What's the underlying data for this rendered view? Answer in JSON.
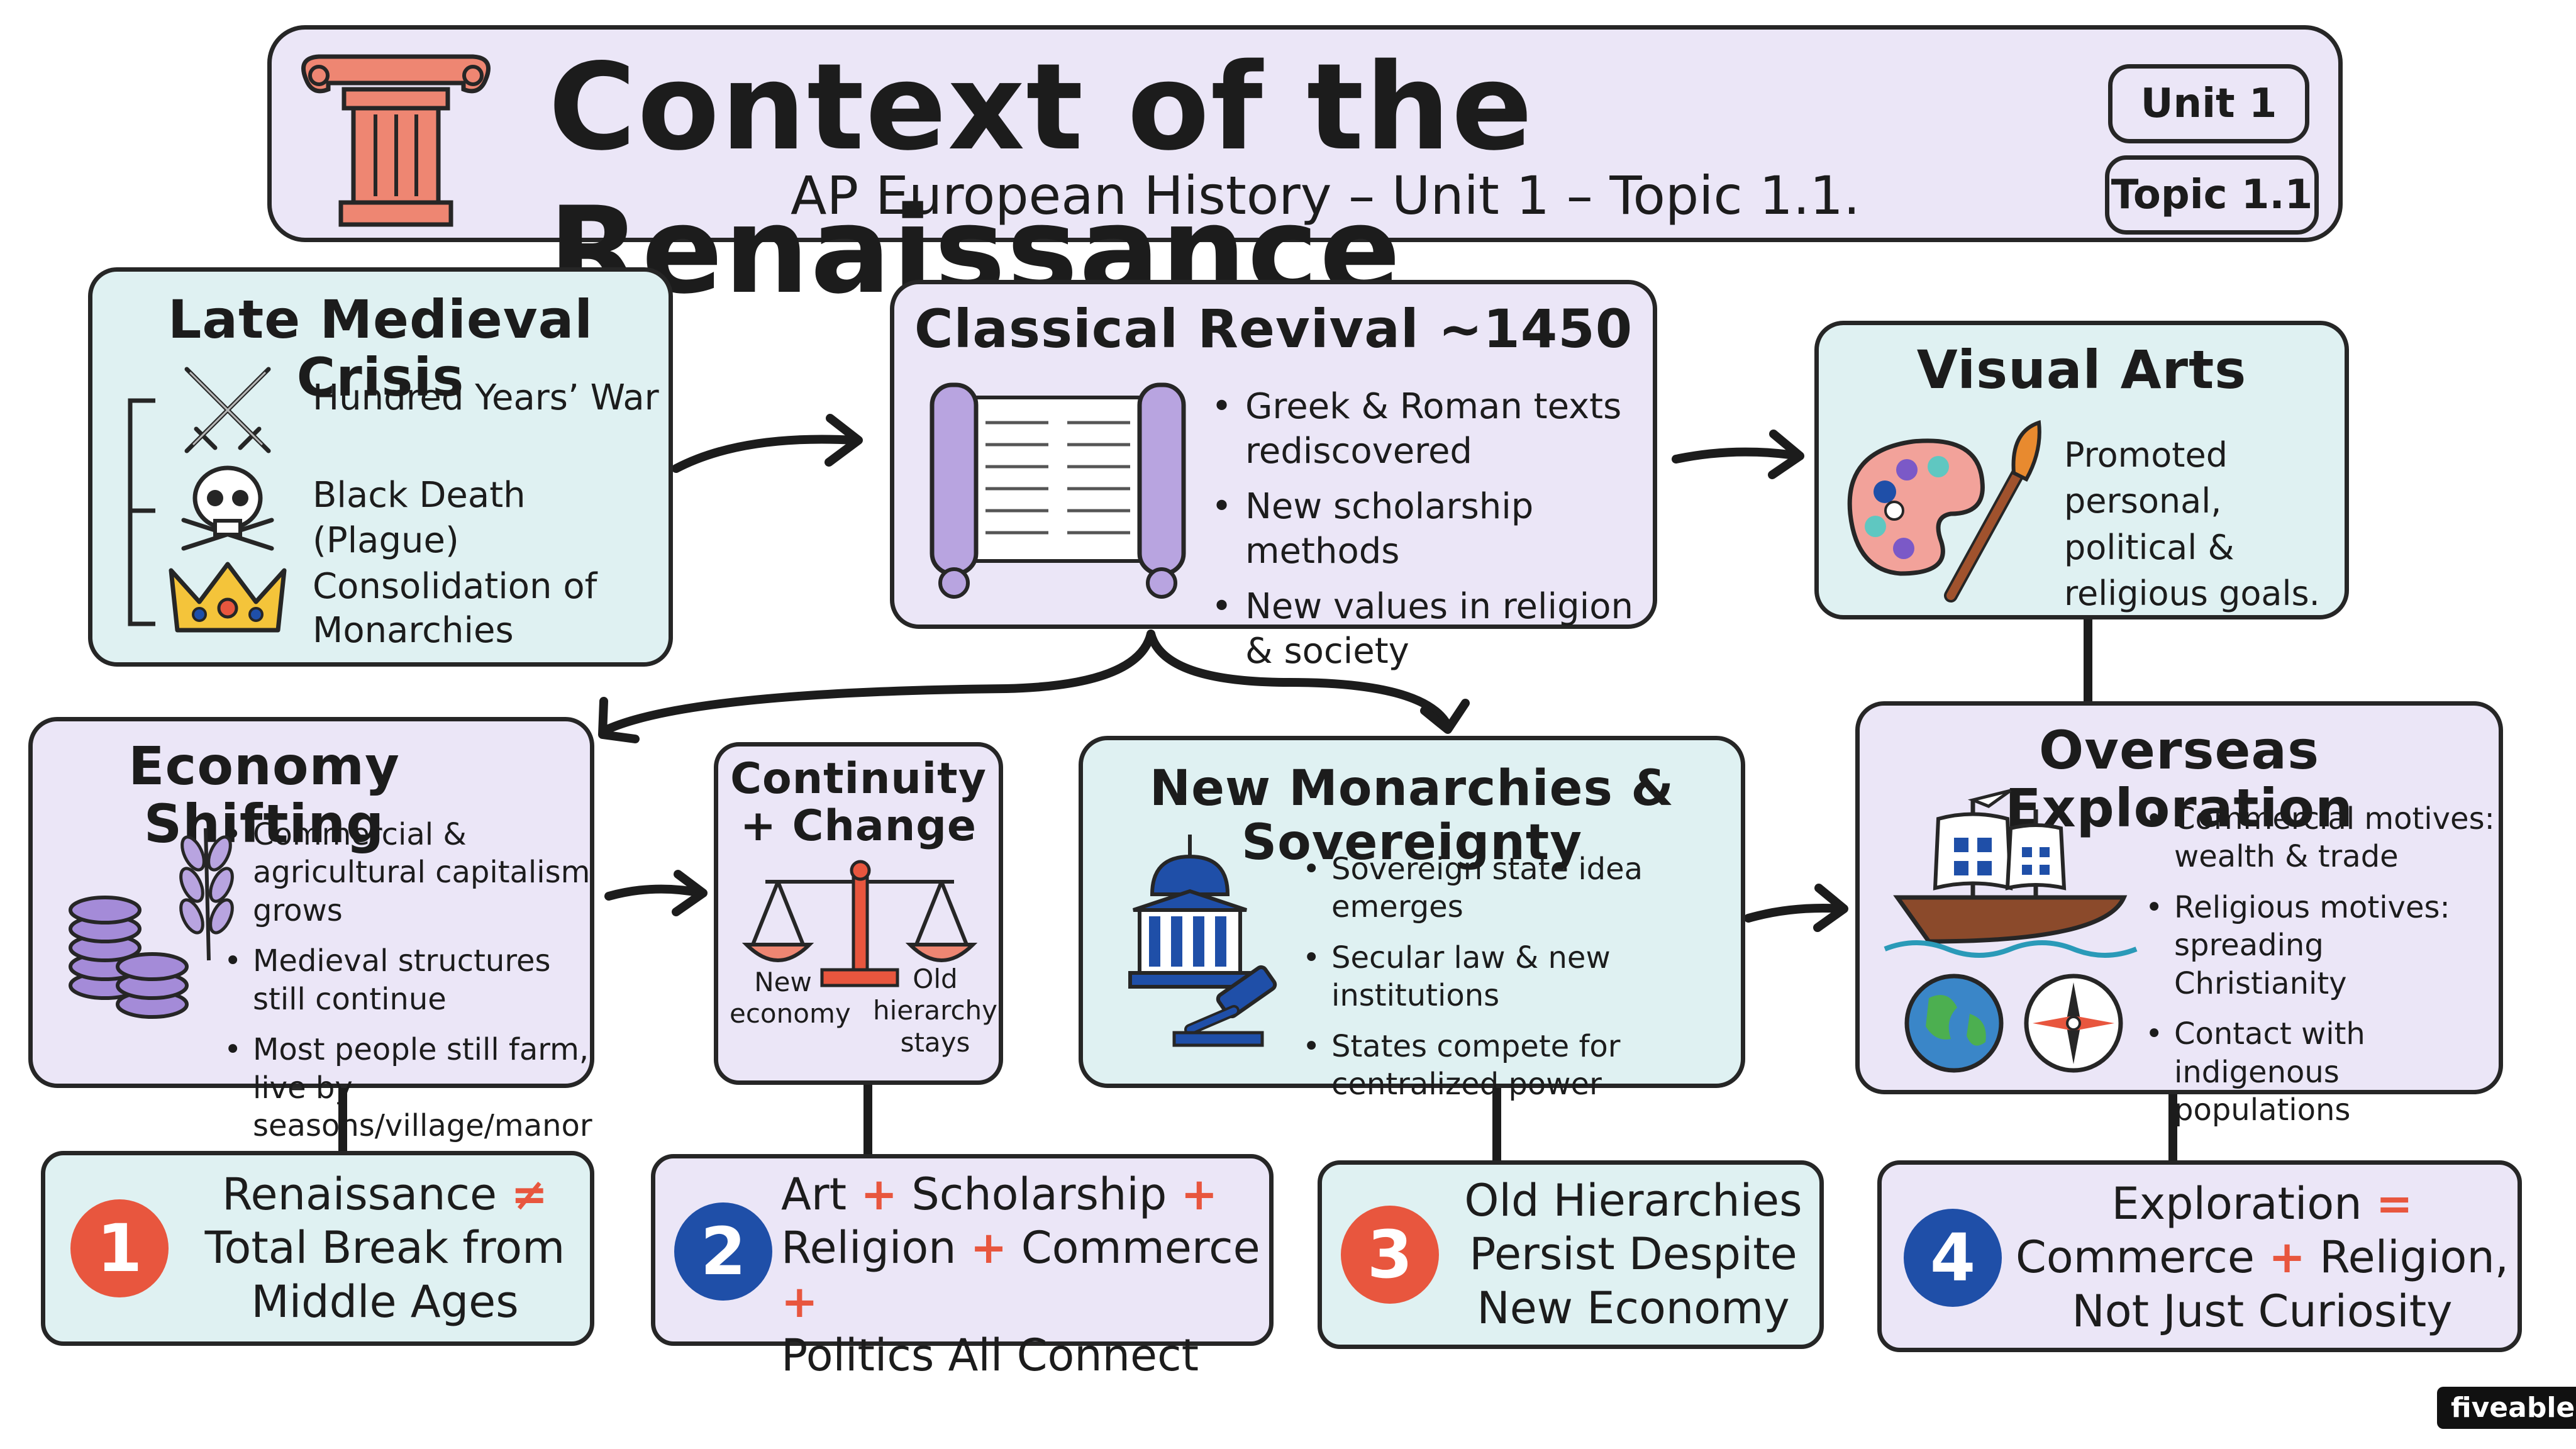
{
  "header": {
    "title": "Context of the Renaissance",
    "subtitle": "AP European History – Unit 1 – Topic 1.1.",
    "unit_badge": "Unit 1",
    "topic_badge": "Topic 1.1"
  },
  "late_medieval": {
    "title": "Late Medieval Crisis",
    "items": [
      "Hundred Years’ War",
      "Black Death (Plague)",
      "Consolidation of",
      "Monarchies"
    ]
  },
  "classical": {
    "title": "Classical Revival ~1450",
    "bullets": [
      "Greek & Roman texts rediscovered",
      "New scholarship methods",
      "New values in religion & society"
    ]
  },
  "visual_arts": {
    "title": "Visual Arts",
    "text": "Promoted personal, political & religious goals."
  },
  "economy": {
    "title": "Economy Shifting",
    "bullets": [
      "Commercial & agricultural capitalism grows",
      "Medieval structures still continue",
      "Most people still farm, live by seasons/village/manor"
    ]
  },
  "continuity": {
    "title_line1": "Continuity",
    "title_line2": "+ Change",
    "left_label": "New economy",
    "right_label": "Old hierarchy stays"
  },
  "monarchies": {
    "title": "New Monarchies & Sovereignty",
    "bullets": [
      "Sovereign state idea emerges",
      "Secular law & new institutions",
      "States compete for centralized power"
    ]
  },
  "exploration": {
    "title": "Overseas Exploration",
    "bullets": [
      "Commercial motives: wealth & trade",
      "Religious motives: spreading Christianity",
      "Contact with indigenous populations"
    ]
  },
  "takeaways": [
    {
      "number": "1",
      "line1_a": "Renaissance",
      "line1_op": "≠",
      "line2": "Total Break from",
      "line3": "Middle Ages"
    },
    {
      "number": "2",
      "line1_a": "Art",
      "plus": "+",
      "line1_b": "Scholarship",
      "line2_a": "Religion",
      "line2_b": "Commerce",
      "line3": "Politics All Connect"
    },
    {
      "number": "3",
      "line1": "Old Hierarchies",
      "line2": "Persist Despite",
      "line3": "New Economy"
    },
    {
      "number": "4",
      "line1_a": "Exploration",
      "line1_op": "=",
      "line2_a": "Commerce",
      "plus": "+",
      "line2_b": "Religion,",
      "line3": "Not Just Curiosity"
    }
  ],
  "brand": "fiveable",
  "colors": {
    "lavender": "#ebe6f7",
    "teal": "#dff1f2",
    "accent_red": "#e8563e",
    "accent_blue": "#1f4fa8"
  }
}
